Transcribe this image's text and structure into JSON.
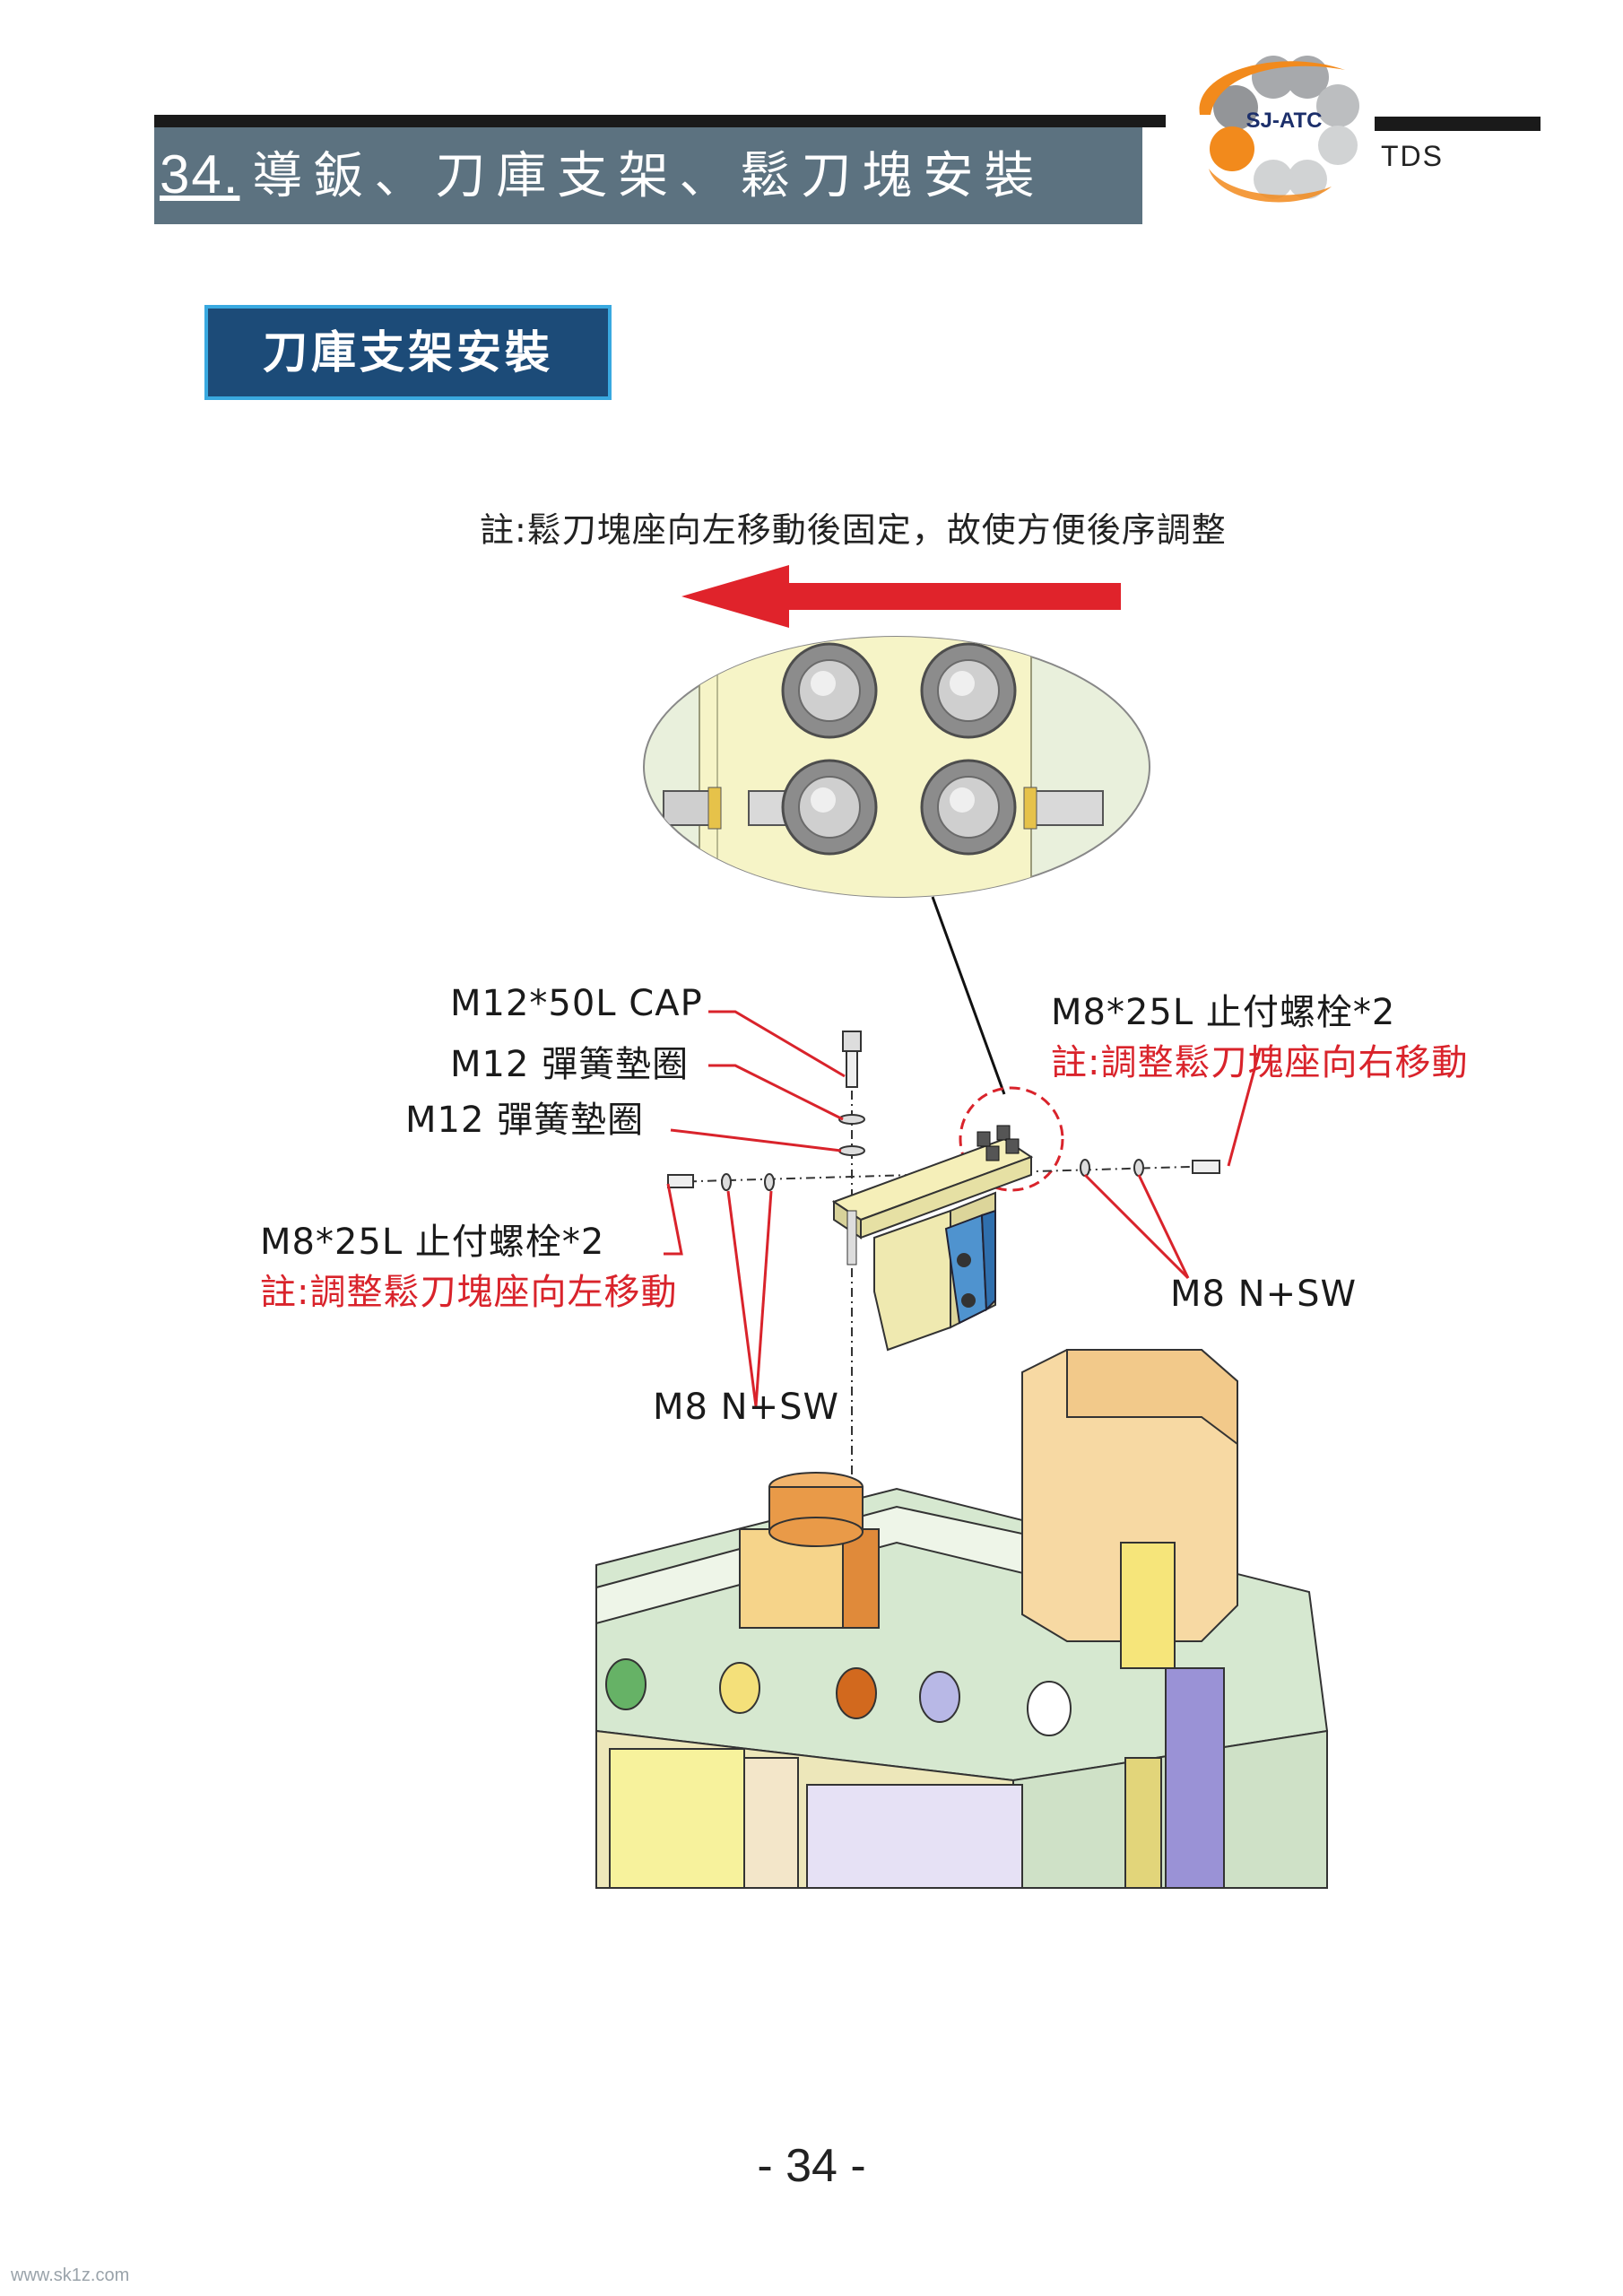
{
  "header": {
    "section_number": "34.",
    "title": "導鈑、刀庫支架、鬆刀塊安裝",
    "tag": "TDS",
    "logo_text": "SJ-ATC"
  },
  "section": {
    "heading": "刀庫支架安裝"
  },
  "notes": {
    "top_note": "註:鬆刀塊座向左移動後固定，故使方便後序調整"
  },
  "callouts": {
    "cap_screw": "M12*50L CAP",
    "spring_washer_1": "M12 彈簧墊圈",
    "spring_washer_2": "M12 彈簧墊圈",
    "right_bolt": "M8*25L 止付螺栓*2",
    "right_note": "註:調整鬆刀塊座向右移動",
    "left_bolt": "M8*25L 止付螺栓*2",
    "left_note": "註:調整鬆刀塊座向左移動",
    "right_nut": "M8 N+SW",
    "left_nut": "M8 N+SW"
  },
  "footer": {
    "page_number": "- 34 -",
    "watermark": "www.sk1z.com"
  },
  "colors": {
    "header_band": "#5c7280",
    "section_fill": "#1c4b78",
    "section_border": "#39a9e0",
    "arrow_red": "#e0232b",
    "note_red": "#d9232b",
    "logo_orange": "#f28a1c"
  }
}
